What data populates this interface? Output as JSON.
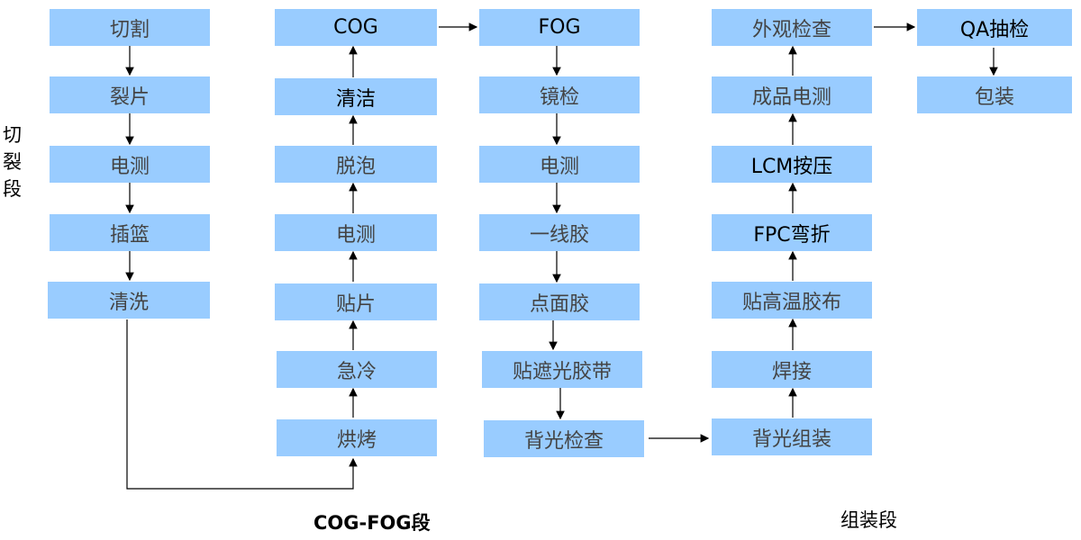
{
  "sections": {
    "cut": "切\n裂\n段",
    "cog_fog": "COG-FOG段",
    "assembly": "组装段"
  },
  "col1": [
    "切割",
    "裂片",
    "电测",
    "插篮",
    "清洗"
  ],
  "col2": [
    "COG",
    "清洁",
    "脱泡",
    "电测",
    "贴片",
    "急冷",
    "烘烤"
  ],
  "col3": [
    "FOG",
    "镜检",
    "电测",
    "一线胶",
    "点面胶",
    "贴遮光胶带",
    "背光检查"
  ],
  "col4": [
    "外观检查",
    "成品电测",
    "LCM按压",
    "FPC弯折",
    "贴高温胶布",
    "焊接",
    "背光组装"
  ],
  "col5": [
    "QA抽检",
    "包装"
  ],
  "colors": {
    "box": "#99CCFF"
  }
}
